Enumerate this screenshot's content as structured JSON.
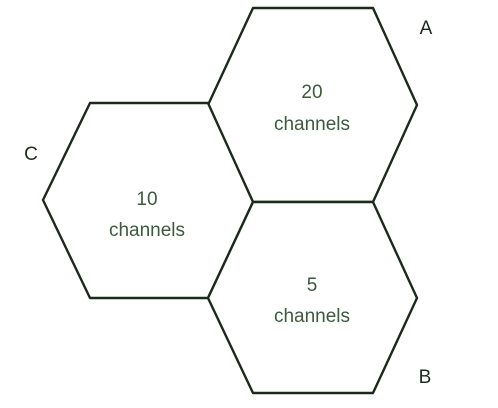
{
  "cells": [
    {
      "id": "A",
      "count": "20",
      "unit": "channels"
    },
    {
      "id": "C",
      "count": "10",
      "unit": "channels"
    },
    {
      "id": "B",
      "count": "5",
      "unit": "channels"
    }
  ],
  "labels": {
    "a": "A",
    "b": "B",
    "c": "C"
  },
  "colors": {
    "stroke": "#1c2a1c",
    "text": "#3d5a3d",
    "background": "#ffffff"
  }
}
